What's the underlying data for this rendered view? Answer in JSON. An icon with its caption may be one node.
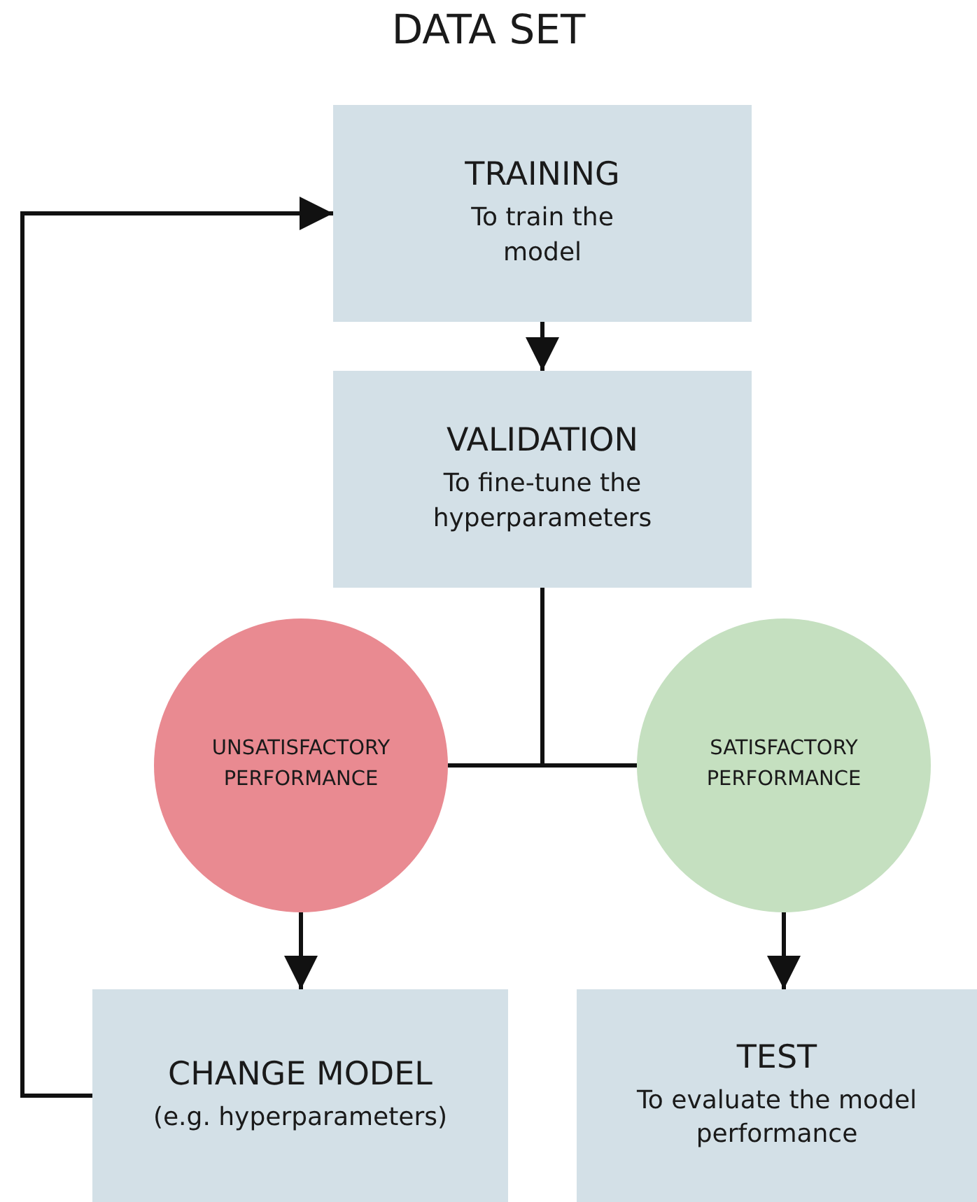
{
  "diagram": {
    "title": "DATA SET",
    "nodes": [
      {
        "text": [
          "TRAINING",
          "To train the model"
        ]
      },
      {
        "text": [
          "VALIDATION",
          "To fine-tune the hyperparameters"
        ]
      },
      {
        "text": [
          "UNSATISFACTORY PERFORMANCE"
        ]
      },
      {
        "text": [
          "SATISFACTORY PERFORMANCE"
        ]
      },
      {
        "text": [
          "CHANGE MODEL",
          "(e.g. hyperparameters)"
        ]
      },
      {
        "text": [
          "TEST",
          "To evaluate the model performance"
        ]
      }
    ],
    "edges": [
      {
        "from": 0,
        "to": 1,
        "arrow": "to"
      },
      {
        "from": 1,
        "to": 2,
        "arrow": "none"
      },
      {
        "from": 1,
        "to": 3,
        "arrow": "none"
      },
      {
        "from": 2,
        "to": 4,
        "arrow": "to"
      },
      {
        "from": 3,
        "to": 5,
        "arrow": "to"
      },
      {
        "from": 4,
        "to": 0,
        "arrow": "to"
      }
    ]
  }
}
